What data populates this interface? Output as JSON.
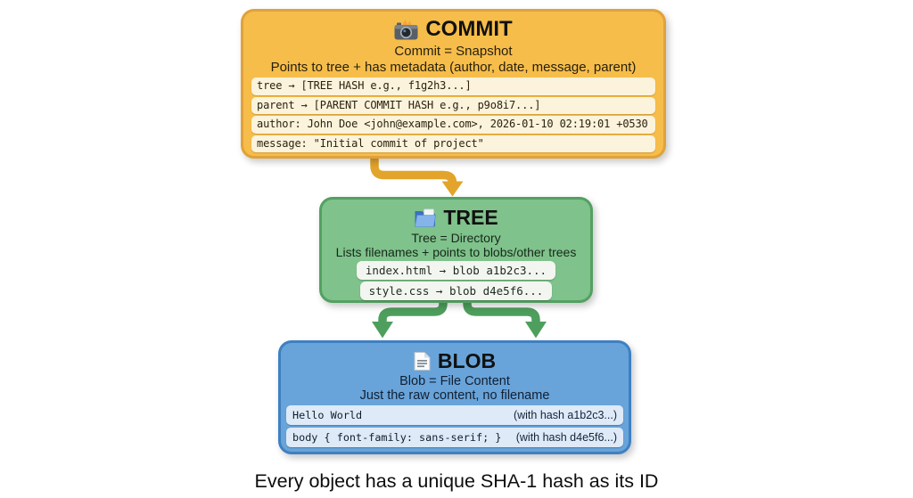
{
  "page": {
    "background": "#ffffff",
    "caption": "Every object has a unique SHA-1 hash as its ID"
  },
  "commit": {
    "icon": "camera-flash-icon",
    "title": "COMMIT",
    "subtitle1": "Commit = Snapshot",
    "subtitle2": "Points to tree + has metadata (author, date, message, parent)",
    "rows": [
      "tree → [TREE HASH e.g., f1g2h3...]",
      "parent → [PARENT COMMIT HASH e.g., p9o8i7...]",
      "author: John Doe <john@example.com>, 2026-01-10 02:19:01 +0530",
      "message: \"Initial commit of project\""
    ],
    "colors": {
      "fill": "#F6BD4A",
      "border": "#E0A23A",
      "row_bg": "#FBF3DB"
    }
  },
  "tree": {
    "icon": "folder-icon",
    "title": "TREE",
    "subtitle1": "Tree = Directory",
    "subtitle2": "Lists filenames + points to blobs/other trees",
    "rows": [
      "index.html → blob a1b2c3...",
      "style.css → blob d4e5f6..."
    ],
    "colors": {
      "fill": "#7FC28B",
      "border": "#54A062",
      "row_bg": "#F3F6F0"
    }
  },
  "blob": {
    "icon": "page-icon",
    "title": "BLOB",
    "subtitle1": "Blob = File Content",
    "subtitle2": "Just the raw content, no filename",
    "rows": [
      {
        "content": "Hello World",
        "hash_note": "(with hash a1b2c3...)"
      },
      {
        "content": "body { font-family: sans-serif; }",
        "hash_note": "(with hash d4e5f6...)"
      }
    ],
    "colors": {
      "fill": "#68A4DA",
      "border": "#3E80C2",
      "row_bg": "#DEEAF7"
    }
  },
  "arrows": {
    "commit_to_tree_color": "#E3A42C",
    "tree_to_blob_color": "#4E9F5D"
  }
}
